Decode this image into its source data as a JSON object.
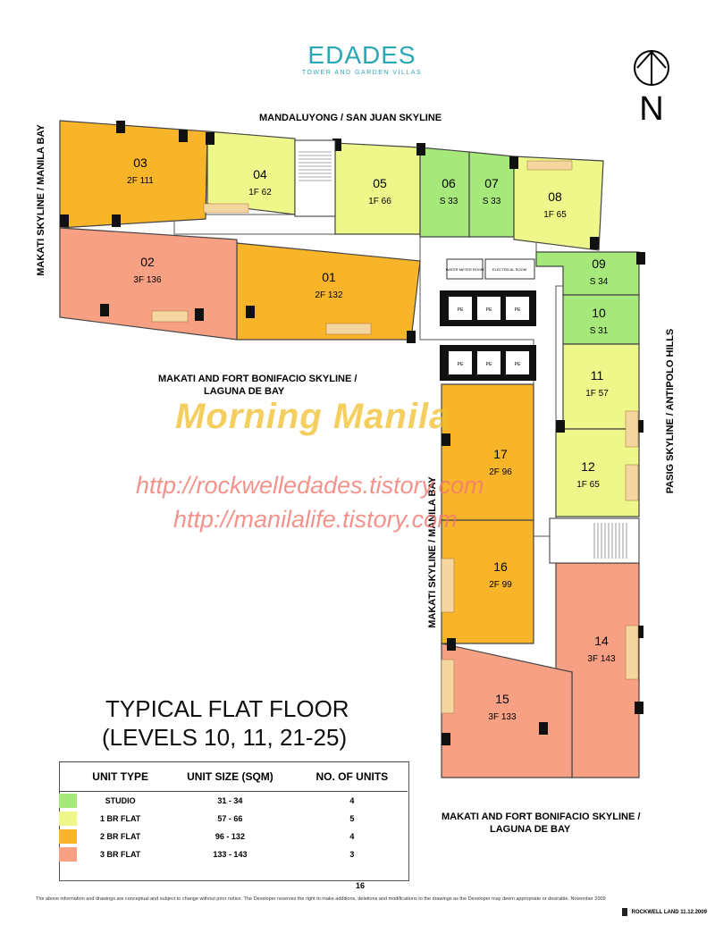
{
  "logo": {
    "main": "DADES",
    "mark": "E",
    "sub": "TOWER AND GARDEN VILLAS"
  },
  "north": "N",
  "views": {
    "top": "MANDALUYONG / SAN JUAN SKYLINE",
    "left": "MAKATI SKYLINE / MANILA BAY",
    "mid_line1": "MAKATI AND FORT BONIFACIO SKYLINE /",
    "mid_line2": "LAGUNA DE BAY",
    "right": "PASIG SKYLINE / ANTIPOLO HILLS",
    "inner": "MAKATI SKYLINE / MANILA BAY",
    "bottom_line1": "MAKATI AND FORT BONIFACIO SKYLINE /",
    "bottom_line2": "LAGUNA DE BAY"
  },
  "colors": {
    "studio": "#a6e87a",
    "br1": "#eef88a",
    "br2": "#f8b52a",
    "br3": "#f8a083"
  },
  "units": [
    {
      "num": "01",
      "info": "2F 132",
      "type": "br2"
    },
    {
      "num": "02",
      "info": "3F 136",
      "type": "br3"
    },
    {
      "num": "03",
      "info": "2F 111",
      "type": "br2"
    },
    {
      "num": "04",
      "info": "1F 62",
      "type": "br1"
    },
    {
      "num": "05",
      "info": "1F 66",
      "type": "br1"
    },
    {
      "num": "06",
      "info": "S 33",
      "type": "studio"
    },
    {
      "num": "07",
      "info": "S 33",
      "type": "studio"
    },
    {
      "num": "08",
      "info": "1F 65",
      "type": "br1"
    },
    {
      "num": "09",
      "info": "S 34",
      "type": "studio"
    },
    {
      "num": "10",
      "info": "S 31",
      "type": "studio"
    },
    {
      "num": "11",
      "info": "1F 57",
      "type": "br1"
    },
    {
      "num": "12",
      "info": "1F 65",
      "type": "br1"
    },
    {
      "num": "14",
      "info": "3F 143",
      "type": "br3"
    },
    {
      "num": "15",
      "info": "3F 133",
      "type": "br3"
    },
    {
      "num": "16",
      "info": "2F 99",
      "type": "br2"
    },
    {
      "num": "17",
      "info": "2F 96",
      "type": "br2"
    }
  ],
  "rooms": {
    "water": "WATER METER ROOM",
    "electrical": "ELECTRICAL ROOM",
    "pe": "PE"
  },
  "title_line1": "TYPICAL FLAT FLOOR",
  "title_line2": "(LEVELS 10, 11, 21-25)",
  "legend": {
    "headers": [
      "UNIT TYPE",
      "UNIT SIZE (SQM)",
      "NO. OF UNITS"
    ],
    "rows": [
      {
        "type": "STUDIO",
        "size": "31 - 34",
        "count": "4",
        "color": "#a6e87a"
      },
      {
        "type": "1 BR FLAT",
        "size": "57 - 66",
        "count": "5",
        "color": "#eef88a"
      },
      {
        "type": "2 BR FLAT",
        "size": "96 - 132",
        "count": "4",
        "color": "#f8b52a"
      },
      {
        "type": "3 BR FLAT",
        "size": "133 - 143",
        "count": "3",
        "color": "#f8a083"
      }
    ],
    "total": "16"
  },
  "disclaimer": "The above information and drawings are conceptual and subject to change without prior notice. The Developer reserves the right to make additions, deletions and modifications to the drawings as the Developer may deem appropriate or desirable. November 2009",
  "footer_brand": "ROCKWELL LAND",
  "footer_date": "11.12.2009",
  "watermarks": {
    "brand": "Morning Manila",
    "url1": "http://rockwelledades.tistory.com",
    "url2": "http://manilalife.tistory.com"
  }
}
